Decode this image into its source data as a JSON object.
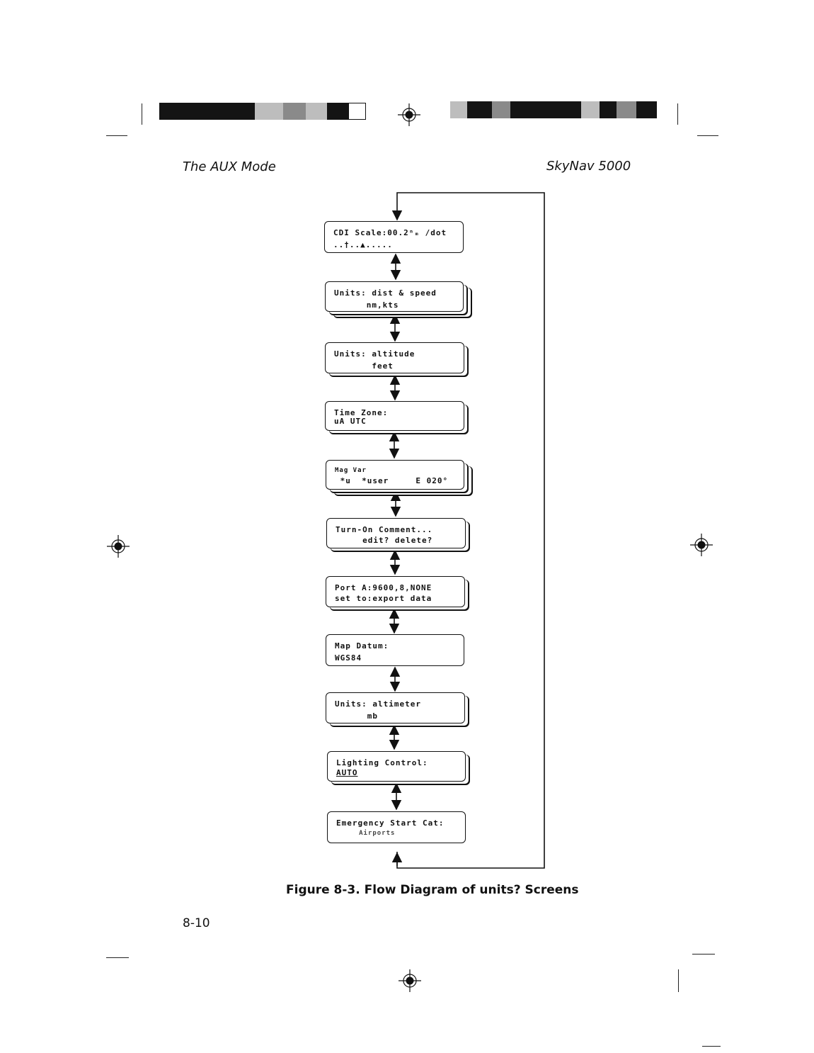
{
  "header": {
    "left": "The AUX Mode",
    "right": "SkyNav 5000"
  },
  "screens": [
    {
      "line1": "CDI Scale:00.2ⁿₘ /dot",
      "line2": "..†..▲....."
    },
    {
      "line1": "Units: dist & speed",
      "line2": "      nm,kts"
    },
    {
      "line1": "Units: altitude",
      "line2": "       feet"
    },
    {
      "line1": "Time Zone:",
      "line2": "uA UTC"
    },
    {
      "line1": "Mag Var",
      "line2": " *u  *user     E 020°"
    },
    {
      "line1": "Turn-On Comment...",
      "line2": "     edit? delete?"
    },
    {
      "line1": "Port A:9600,8,NONE",
      "line2": "set to:export data"
    },
    {
      "line1": "Map Datum:",
      "line2": "WGS84"
    },
    {
      "line1": "Units: altimeter",
      "line2": "      mb"
    },
    {
      "line1": "Lighting Control:",
      "line2": "AUTO"
    },
    {
      "line1": "Emergency Start Cat:",
      "line2": "     Airports"
    }
  ],
  "caption": "Figure 8-3.  Flow Diagram of units? Screens",
  "page_number": "8-10"
}
